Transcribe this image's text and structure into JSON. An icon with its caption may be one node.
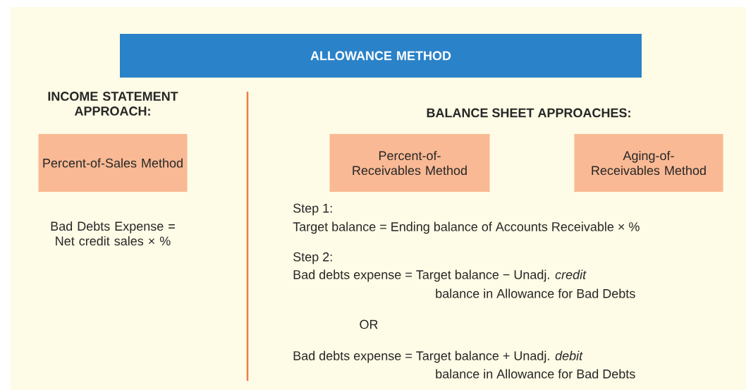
{
  "diagram": {
    "nodes": [
      {
        "text": [
          "ALLOWANCE METHOD"
        ]
      },
      {
        "text": [
          "Percent-of-Sales Method"
        ]
      },
      {
        "text": [
          "Percent-of-Receivables Method"
        ]
      },
      {
        "text": [
          "Aging-of-Receivables Method"
        ]
      }
    ],
    "labels": [
      "INCOME STATEMENT APPROACH:",
      "BALANCE SHEET APPROACHES:",
      "Bad Debts Expense = Net credit sales × %",
      "Step 1:",
      "Target balance = Ending balance of Accounts Receivable × %",
      "Step 2:",
      "Bad debts expense = Target balance − Unadj. *credit*",
      "balance in Allowance for Bad Debts",
      "OR",
      "Bad debts expense = Target balance + Unadj. *debit*",
      "balance in Allowance for Bad Debts"
    ]
  }
}
